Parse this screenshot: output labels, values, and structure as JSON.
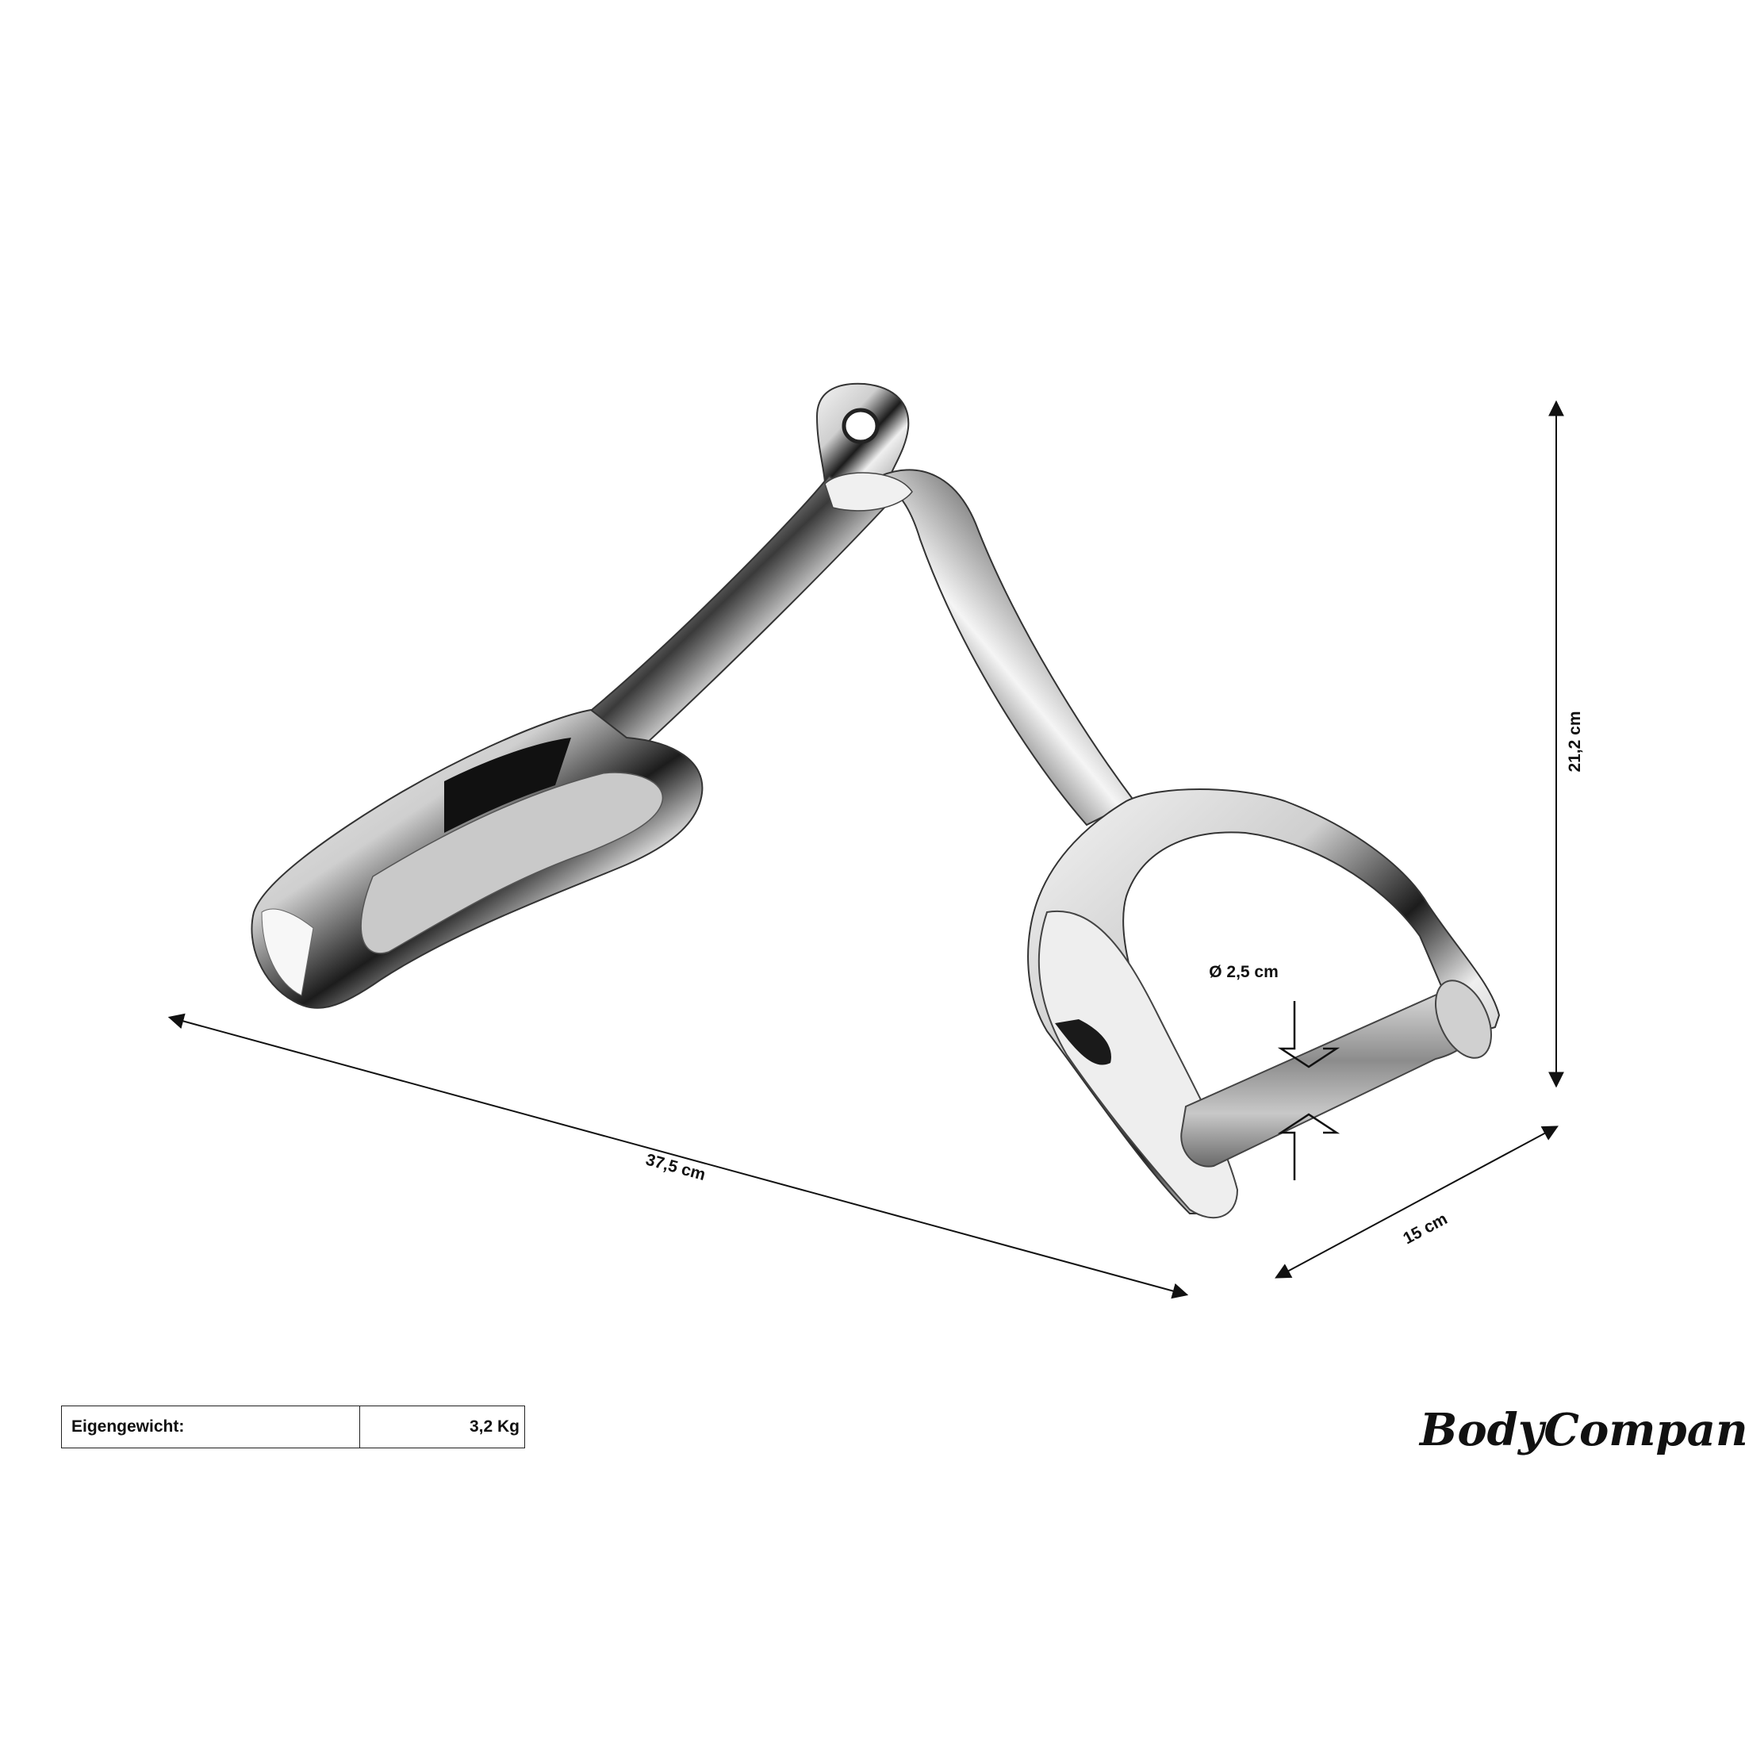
{
  "dimensions": {
    "length": "37,5 cm",
    "depth": "15 cm",
    "height": "21,2 cm",
    "grip_diameter": "Ø 2,5 cm"
  },
  "spec_table": {
    "label": "Eigengewicht:",
    "value": "3,2 Kg"
  },
  "brand": {
    "logo_text": "BodyCompany"
  },
  "colors": {
    "line": "#111111",
    "chrome_light": "#f2f2f2",
    "chrome_dark": "#1a1a1a"
  }
}
